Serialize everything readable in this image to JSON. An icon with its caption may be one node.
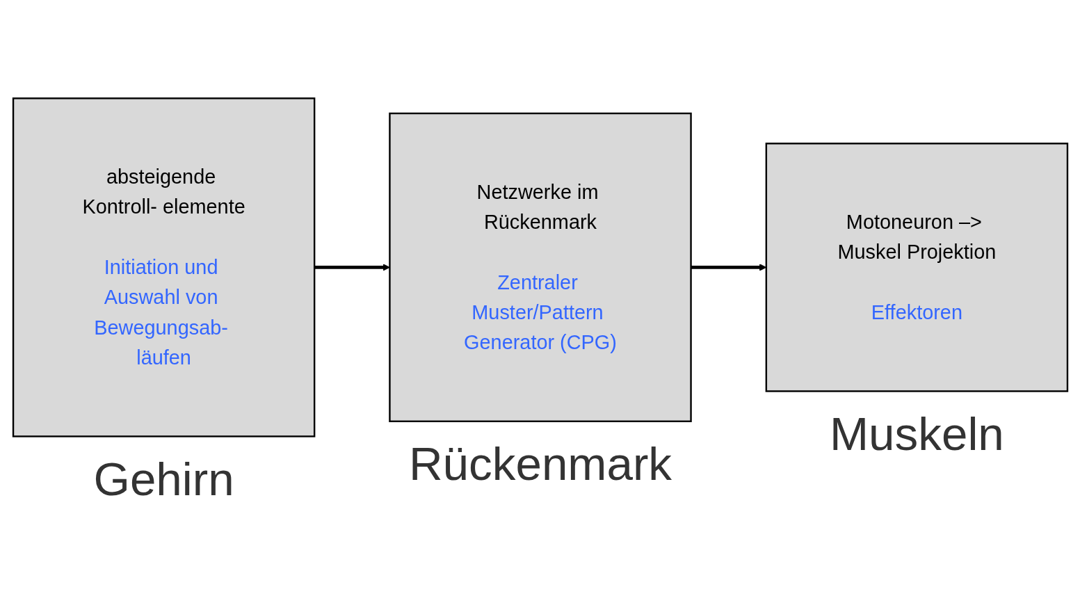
{
  "diagram": {
    "nodes": [
      {
        "text": [
          "absteigende Kontroll- elemente",
          "Initiation und Auswahl von Bewegungsab- läufen"
        ],
        "beside": [
          "Gehirn"
        ]
      },
      {
        "text": [
          "Netzwerke im Rückenmark",
          "Zentraler Muster/Pattern Generator (CPG)"
        ],
        "beside": [
          "Rückenmark"
        ]
      },
      {
        "text": [
          "Motoneuron –> Muskel Projektion",
          "Effektoren"
        ],
        "beside": [
          "Muskeln"
        ]
      }
    ],
    "edges": [
      {
        "from": 0,
        "to": 1,
        "arrow": "to"
      },
      {
        "from": 1,
        "to": 2,
        "arrow": "to"
      }
    ]
  }
}
